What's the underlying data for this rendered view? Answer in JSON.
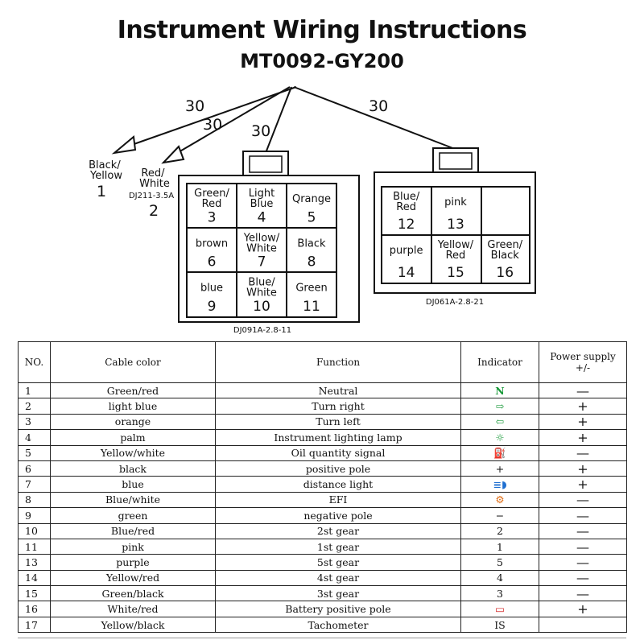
{
  "title": "Instrument Wiring Instructions",
  "subtitle": "MT0092-GY200",
  "wire_lengths": [
    "30",
    "30",
    "30",
    "30"
  ],
  "single_pins": [
    {
      "name": "Black/\nYellow",
      "num": "1"
    },
    {
      "name": "Red/\nWhite",
      "num": "2",
      "part": "DJ211-3.5A"
    }
  ],
  "connector_left": {
    "part": "DJ091A-2.8-11",
    "cells": [
      {
        "name": "Green/\nRed",
        "num": "3"
      },
      {
        "name": "Light\nBlue",
        "num": "4"
      },
      {
        "name": "Qrange",
        "num": "5"
      },
      {
        "name": "brown",
        "num": "6"
      },
      {
        "name": "Yellow/\nWhite",
        "num": "7"
      },
      {
        "name": "Black",
        "num": "8"
      },
      {
        "name": "blue",
        "num": "9"
      },
      {
        "name": "Blue/\nWhite",
        "num": "10"
      },
      {
        "name": "Green",
        "num": "11"
      }
    ]
  },
  "connector_right": {
    "part": "DJ061A-2.8-21",
    "cells": [
      {
        "name": "Blue/\nRed",
        "num": "12"
      },
      {
        "name": "pink",
        "num": "13"
      },
      {
        "name": "",
        "num": ""
      },
      {
        "name": "purple",
        "num": "14"
      },
      {
        "name": "Yellow/\nRed",
        "num": "15"
      },
      {
        "name": "Green/\nBlack",
        "num": "16"
      }
    ]
  },
  "table": {
    "headers": [
      "NO.",
      "Cable color",
      "Function",
      "Indicator",
      "Power supply\n+/-"
    ],
    "rows": [
      {
        "no": "1",
        "color": "Green/red",
        "function": "Neutral",
        "indicator": "N",
        "ind_icon": "neutral-icon",
        "ind_class": "ind-green",
        "ps": "—"
      },
      {
        "no": "2",
        "color": "light blue",
        "function": "Turn right",
        "indicator": "⇨",
        "ind_icon": "turn-right-arrow-icon",
        "ind_class": "ind-green",
        "ps": "+"
      },
      {
        "no": "3",
        "color": "orange",
        "function": "Turn left",
        "indicator": "⇦",
        "ind_icon": "turn-left-arrow-icon",
        "ind_class": "ind-green",
        "ps": "+"
      },
      {
        "no": "4",
        "color": "palm",
        "function": "Instrument lighting lamp",
        "indicator": "☼",
        "ind_icon": "lighting-lamp-icon",
        "ind_class": "ind-green",
        "ps": "+"
      },
      {
        "no": "5",
        "color": "Yellow/white",
        "function": "Oil quantity signal",
        "indicator": "⛽",
        "ind_icon": "fuel-pump-icon",
        "ind_class": "ind-orange",
        "ps": "—"
      },
      {
        "no": "6",
        "color": "black",
        "function": "positive pole",
        "indicator": "+",
        "ind_icon": "plus-icon",
        "ind_class": "ind-black",
        "ps": "+"
      },
      {
        "no": "7",
        "color": "blue",
        "function": "distance light",
        "indicator": "≣◗",
        "ind_icon": "high-beam-icon",
        "ind_class": "ind-blue",
        "ps": "+"
      },
      {
        "no": "8",
        "color": "Blue/white",
        "function": "EFI",
        "indicator": "⚙",
        "ind_icon": "engine-check-icon",
        "ind_class": "ind-orange",
        "ps": "—"
      },
      {
        "no": "9",
        "color": "green",
        "function": "negative pole",
        "indicator": "−",
        "ind_icon": "minus-icon",
        "ind_class": "ind-black",
        "ps": "—"
      },
      {
        "no": "10",
        "color": "Blue/red",
        "function": "2st gear",
        "indicator": "2",
        "ind_icon": "",
        "ind_class": "ind-black",
        "ps": "—"
      },
      {
        "no": "11",
        "color": "pink",
        "function": "1st gear",
        "indicator": "1",
        "ind_icon": "",
        "ind_class": "ind-black",
        "ps": "—"
      },
      {
        "no": "13",
        "color": "purple",
        "function": "5st gear",
        "indicator": "5",
        "ind_icon": "",
        "ind_class": "ind-black",
        "ps": "—"
      },
      {
        "no": "14",
        "color": "Yellow/red",
        "function": "4st gear",
        "indicator": "4",
        "ind_icon": "",
        "ind_class": "ind-black",
        "ps": "—"
      },
      {
        "no": "15",
        "color": "Green/black",
        "function": "3st gear",
        "indicator": "3",
        "ind_icon": "",
        "ind_class": "ind-black",
        "ps": "—"
      },
      {
        "no": "16",
        "color": "White/red",
        "function": "Battery positive pole",
        "indicator": "▭",
        "ind_icon": "battery-icon",
        "ind_class": "ind-red",
        "ps": "+"
      },
      {
        "no": "17",
        "color": "Yellow/black",
        "function": "Tachometer",
        "indicator": "IS",
        "ind_icon": "",
        "ind_class": "ind-black",
        "ps": ""
      }
    ]
  }
}
